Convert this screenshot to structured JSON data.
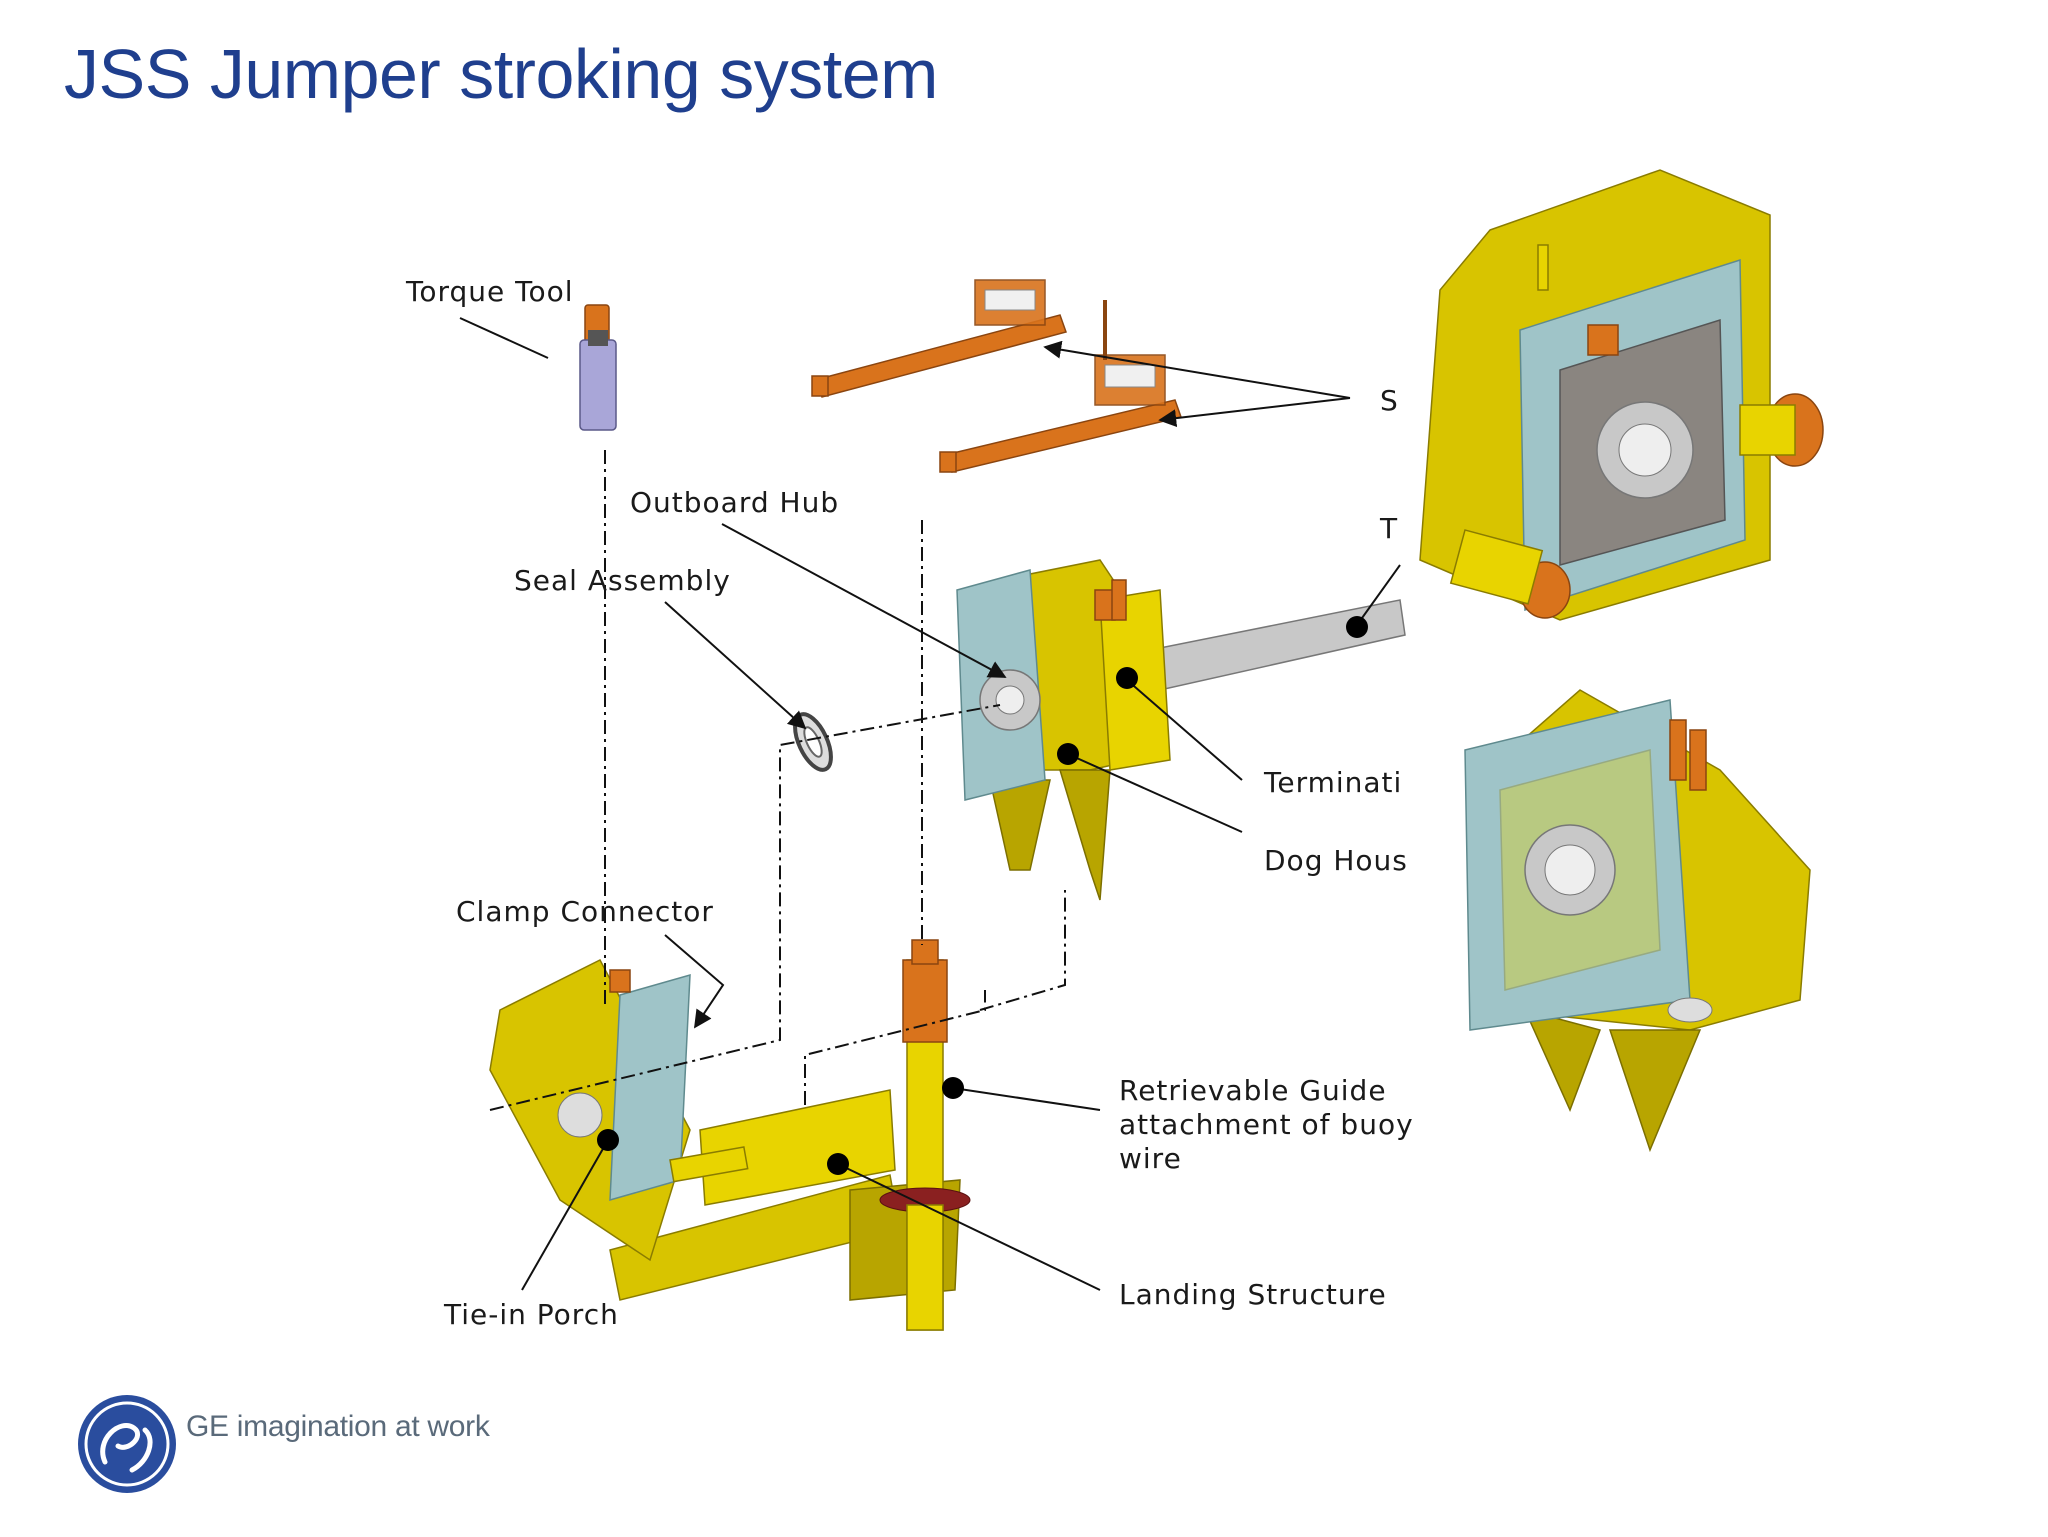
{
  "title": "JSS Jumper stroking system",
  "labels": {
    "torque_tool": "Torque Tool",
    "outboard_hub": "Outboard Hub",
    "seal_assembly": "Seal Assembly",
    "clamp_connector": "Clamp Connector",
    "tie_in_porch": "Tie-in Porch",
    "stroking": "S",
    "t_label": "T",
    "termination": "Terminati",
    "dog_house": "Dog Hous",
    "retrievable_line1": "Retrievable  Guide",
    "retrievable_line2": "attachment  of  buoy",
    "retrievable_line3": "wire",
    "landing_structure": "Landing Structure"
  },
  "footer": {
    "logo_icon": "ge-monogram-icon",
    "tagline": "GE imagination at work"
  },
  "colors": {
    "title": "#1f3f8e",
    "structure_yellow": "#d8c400",
    "tool_orange": "#d9731c",
    "hub_blue": "#9fc4c8"
  }
}
